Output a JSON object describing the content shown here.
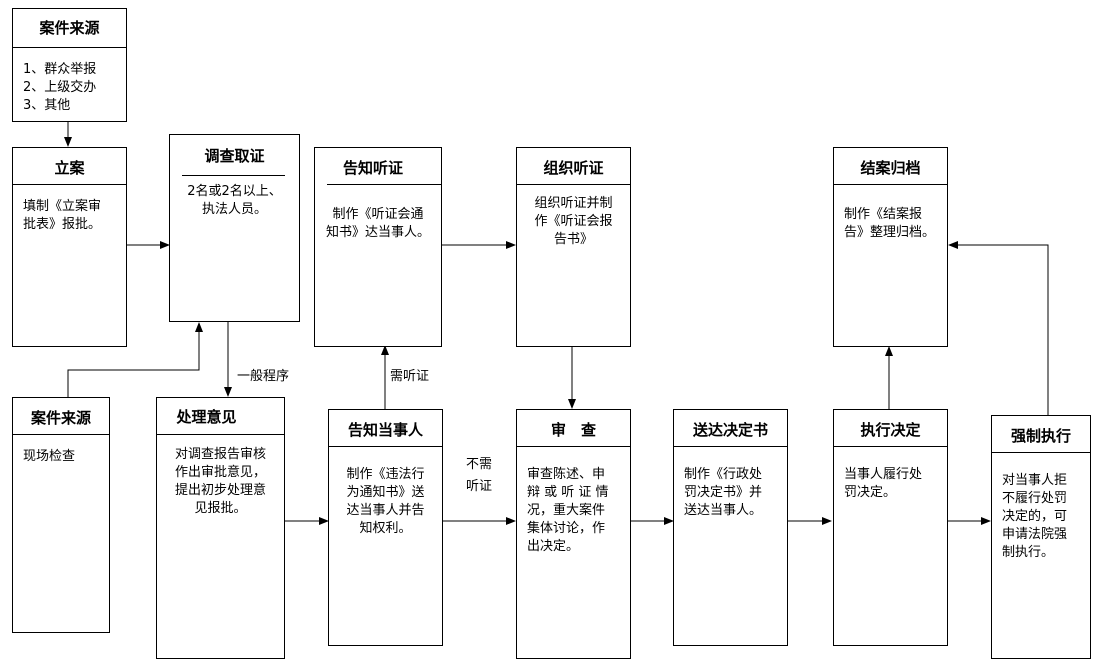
{
  "boxes": {
    "source1": {
      "title": "案件来源",
      "content": "1、群众举报\n2、上级交办\n3、其他"
    },
    "lian": {
      "title": "立案",
      "content": "填制《立案审\n批表》报批。"
    },
    "diaocha": {
      "title": "调查取证",
      "content": "2名或2名以上、\n执法人员。"
    },
    "gaozhi_tingzheng": {
      "title": "告知听证",
      "content": "制作《听证会通\n知书》达当事人。"
    },
    "zuzhi_tingzheng": {
      "title": "组织听证",
      "content": "组织听证并制\n作《听证会报\n告书》"
    },
    "jiean": {
      "title": "结案归档",
      "content": "制作《结案报\n告》整理归档。"
    },
    "source2": {
      "title": "案件来源",
      "content": "现场检查"
    },
    "chuli": {
      "title": "处理意见",
      "content": "对调查报告审核\n作出审批意见，\n提出初步处理意\n见报批。"
    },
    "gaozhi_dangshiren": {
      "title": "告知当事人",
      "content": "制作《违法行\n为通知书》送\n达当事人并告\n知权利。"
    },
    "shencha": {
      "title": "审　查",
      "content": "审查陈述、申\n辩 或 听 证 情\n况，重大案件\n集体讨论，作\n出决定。"
    },
    "songda": {
      "title": "送达决定书",
      "content": "制作《行政处\n罚决定书》并\n送达当事人。"
    },
    "zhixing": {
      "title": "执行决定",
      "content": "当事人履行处\n罚决定。"
    },
    "qiangzhi": {
      "title": "强制执行",
      "content": "对当事人拒\n不履行处罚\n决定的，可\n申请法院强\n制执行。"
    }
  },
  "labels": {
    "general_procedure": "一般程序",
    "need_hearing": "需听证",
    "no_hearing": "不需\n听证"
  }
}
